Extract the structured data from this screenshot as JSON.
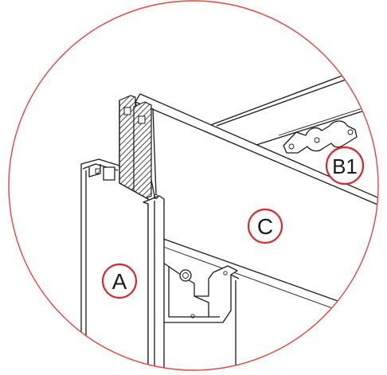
{
  "colors": {
    "detail_circle": "#e0463f",
    "label_ring": "#d9262b",
    "line": "#1a1a1a",
    "background": "#ffffff"
  },
  "labels": {
    "part_a": "A",
    "part_c": "C",
    "part_b1": "B1"
  }
}
